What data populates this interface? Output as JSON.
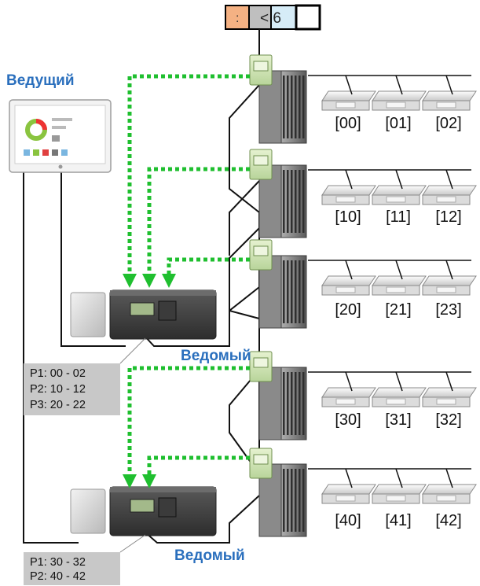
{
  "header": {
    "left": ":",
    "middle": "< 6",
    "right": ""
  },
  "labels": {
    "master": "Ведущий",
    "slave_top": "Ведомый",
    "slave_bottom": "Ведомый"
  },
  "gateway_top_ports": [
    "P1: 00 - 02",
    "P2: 10 - 12",
    "P3: 20 - 22"
  ],
  "gateway_bottom_ports": [
    "P1: 30 - 32",
    "P2: 40 - 42"
  ],
  "rows": [
    {
      "addresses": [
        "[00]",
        "[01]",
        "[02]"
      ]
    },
    {
      "addresses": [
        "[10]",
        "[11]",
        "[12]"
      ]
    },
    {
      "addresses": [
        "[20]",
        "[21]",
        "[23]"
      ]
    },
    {
      "addresses": [
        "[30]",
        "[31]",
        "[32]"
      ]
    },
    {
      "addresses": [
        "[40]",
        "[41]",
        "[42]"
      ]
    }
  ],
  "colors": {
    "rs485_link": "#1fbf2f",
    "label_blue": "#2a6fbd",
    "header_orange": "#f4b183",
    "header_gray": "#bfbfbf",
    "header_blue": "#d6ecf7",
    "port_box": "#c8c8c8"
  }
}
